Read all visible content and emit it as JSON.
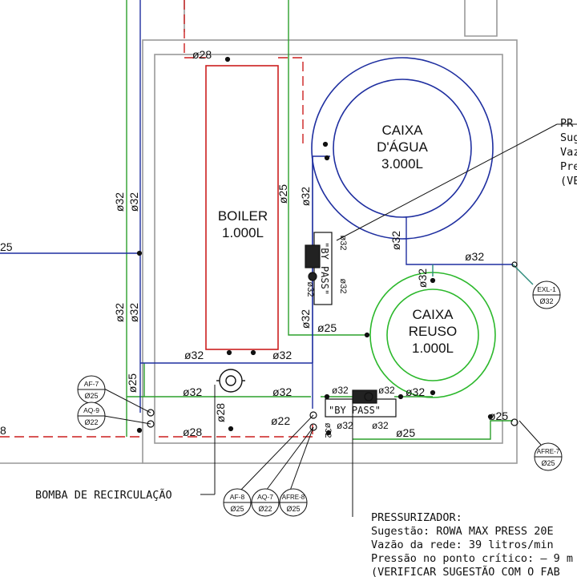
{
  "colors": {
    "cold": "#2ca02c",
    "hot": "#cc1f1f",
    "recirc": "#1f2fa0",
    "reuse": "#2a8a7a",
    "wall": "#999999",
    "boiler": "#cc1f1f",
    "tank1": "#1f2fa0",
    "tank2": "#2cb82c",
    "ink": "#111111"
  },
  "equipment": {
    "boiler": {
      "name": "BOILER",
      "capacity": "1.000L"
    },
    "caixa_agua": {
      "line1": "CAIXA",
      "line2": "D'ÁGUA",
      "capacity": "3.000L"
    },
    "caixa_reuso": {
      "line1": "CAIXA",
      "line2": "REUSO",
      "capacity": "1.000L"
    }
  },
  "pipe_labels": {
    "d28": "ø28",
    "d32": "ø32",
    "d25": "ø25",
    "d22": "ø22",
    "d25_left": "25",
    "d8_left": "8",
    "bypass_v_1": "\"BY",
    "bypass_v_2": "PASS\"",
    "bypass_h": "\"BY PASS\""
  },
  "tags": [
    {
      "code": "AF-7",
      "size": "Ø25"
    },
    {
      "code": "AQ-9",
      "size": "Ø22"
    },
    {
      "code": "AF-8",
      "size": "Ø25"
    },
    {
      "code": "AQ-7",
      "size": "Ø22"
    },
    {
      "code": "AFRE-8",
      "size": "Ø25"
    },
    {
      "code": "EXL-1",
      "size": "Ø32"
    },
    {
      "code": "AFRE-7",
      "size": "Ø25"
    }
  ],
  "callouts": {
    "bomba": "BOMBA DE RECIRCULAÇÃO",
    "pressurizador_title": "PRESSURIZADOR:",
    "pressurizador_lines": [
      "Sugestão: ROWA MAX PRESS 20E",
      "Vazão da rede: 39 litros/min",
      "Pressão no ponto crítico: – 9 m",
      "(VERIFICAR SUGESTÃO COM O FAB"
    ],
    "right_note_lines": [
      "PR",
      "Sug",
      "Vaz",
      "Pre",
      "(VE"
    ]
  }
}
